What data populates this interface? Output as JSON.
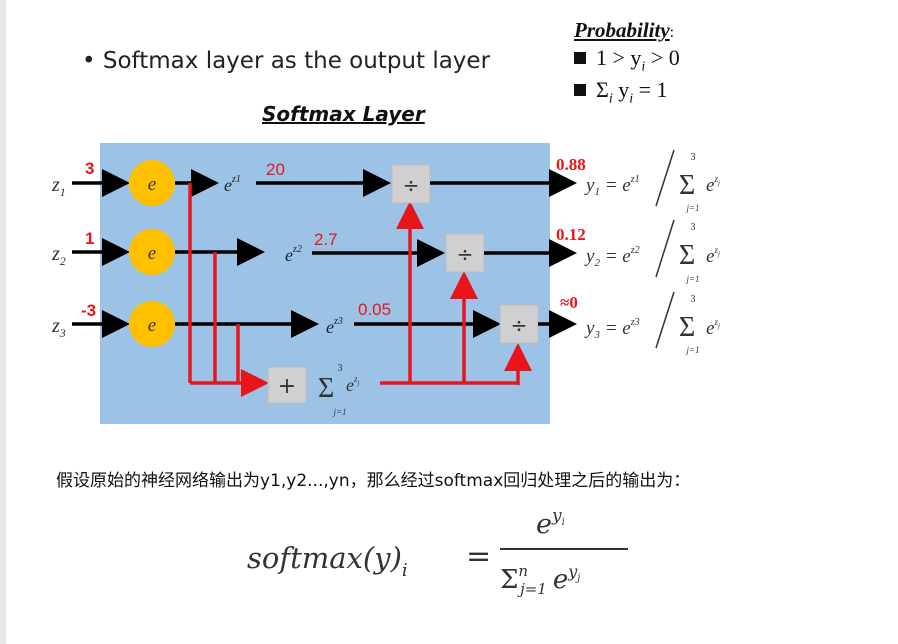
{
  "bullet_text": "Softmax layer as the output layer",
  "probability": {
    "title": "Probability",
    "title_suffix": ":",
    "cond1": "1 > y",
    "cond1_sub": "i",
    "cond1_end": " > 0",
    "cond2_sigma": "Σ",
    "cond2_sub": "i",
    "cond2_rest": " y",
    "cond2_sub2": "i",
    "cond2_end": " = 1"
  },
  "layer_title": "Softmax Layer",
  "diagram": {
    "node_label": "e",
    "divide_symbol": "÷",
    "plus_symbol": "+",
    "exp_base": "e",
    "sum_symbol": "Σ",
    "sum_upper": "3",
    "sum_lower": "j=1",
    "inputs": [
      {
        "z": "z",
        "sub": "1",
        "value": "3",
        "exp_sub": "z1",
        "exp_value": "20",
        "output": "0.88",
        "y": "y",
        "y_sub": "1"
      },
      {
        "z": "z",
        "sub": "2",
        "value": "1",
        "exp_sub": "z2",
        "exp_value": "2.7",
        "output": "0.12",
        "y": "y",
        "y_sub": "2"
      },
      {
        "z": "z",
        "sub": "3",
        "value": "-3",
        "exp_sub": "z3",
        "exp_value": "0.05",
        "output": "≈0",
        "y": "y",
        "y_sub": "3"
      }
    ]
  },
  "description": "假设原始的神经网络输出为y1,y2...,yn，那么经过softmax回归处理之后的输出为：",
  "formula": {
    "lhs": "softmax(y)",
    "lhs_sub": "i",
    "equals": "=",
    "num_base": "e",
    "num_sup": "y",
    "num_sup_sub": "i",
    "den_sigma": "Σ",
    "den_upper": "n",
    "den_lower": "j=1",
    "den_base": "e",
    "den_sup": "y",
    "den_sup_sub": "j"
  },
  "colors": {
    "panel": "#9cc3e6",
    "node": "#ffc000",
    "red": "#e8161b",
    "box": "#d0d0d0"
  }
}
